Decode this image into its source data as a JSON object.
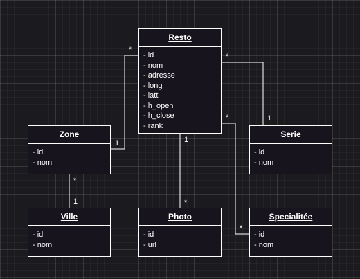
{
  "classes": {
    "resto": {
      "name": "Resto",
      "attributes": [
        "- id",
        "- nom",
        "- adresse",
        "- long",
        "- latt",
        "- h_open",
        "- h_close",
        "- rank"
      ]
    },
    "zone": {
      "name": "Zone",
      "attributes": [
        "- id",
        "- nom"
      ]
    },
    "serie": {
      "name": "Serie",
      "attributes": [
        "- id",
        "- nom"
      ]
    },
    "ville": {
      "name": "Ville",
      "attributes": [
        "- id",
        "- nom"
      ]
    },
    "photo": {
      "name": "Photo",
      "attributes": [
        "- id",
        "- url"
      ]
    },
    "specialitee": {
      "name": "Specialitée",
      "attributes": [
        "- id",
        "- nom"
      ]
    }
  },
  "multiplicities": {
    "resto_zone": "*",
    "zone_resto": "1",
    "resto_serie": "*",
    "serie_resto": "1",
    "resto_spec": "*",
    "spec_resto": "*",
    "resto_photo": "1",
    "photo_resto": "*",
    "zone_ville": "*",
    "ville_zone": "1"
  },
  "colors": {
    "background": "#1b1b1f",
    "box": "#18141d",
    "stroke": "#ffffff"
  }
}
